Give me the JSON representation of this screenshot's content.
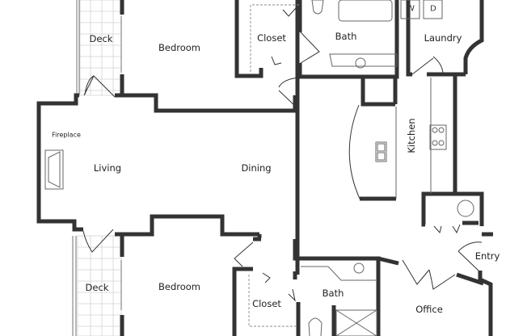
{
  "plan": {
    "wall_color": "#555555",
    "wall_outline": "#222222",
    "fixture_color": "#777777",
    "deck_grid_color": "#cfcfcf"
  },
  "rooms": {
    "deck_top": "Deck",
    "bedroom_top": "Bedroom",
    "closet_top": "Closet",
    "bath_top": "Bath",
    "laundry": "Laundry",
    "fireplace": "Fireplace",
    "living": "Living",
    "dining": "Dining",
    "kitchen": "Kitchen",
    "deck_bottom": "Deck",
    "bedroom_bottom": "Bedroom",
    "closet_bottom": "Closet",
    "bath_bottom": "Bath",
    "office": "Office",
    "entry": "Entry"
  },
  "appliances": {
    "washer": "W",
    "dryer": "D"
  }
}
